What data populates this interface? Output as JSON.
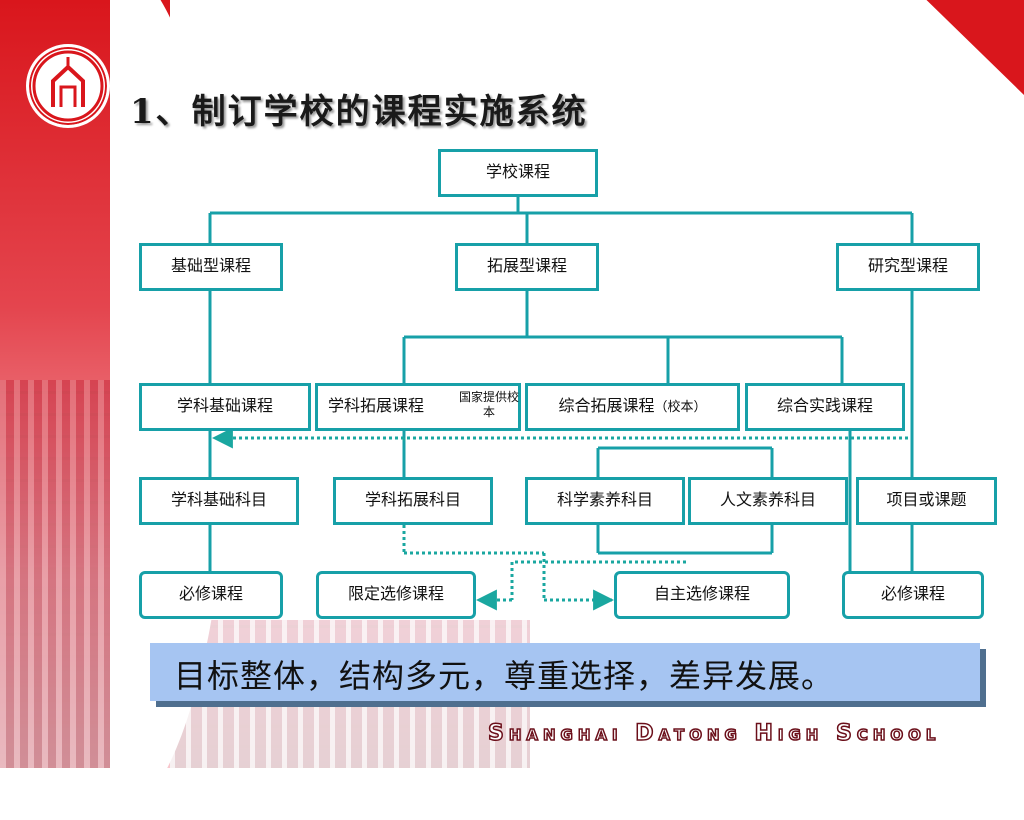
{
  "title": "1、制订学校的课程实施系统",
  "nodes": {
    "root": "学校课程",
    "basic": "基础型课程",
    "extended": "拓展型课程",
    "research": "研究型课程",
    "subject_basic": "学科基础课程",
    "subject_ext": "学科拓展课程",
    "subject_ext_note": "国家提供校本",
    "comp_ext": "综合拓展课程",
    "comp_ext_note": "（校本）",
    "comp_practice": "综合实践课程",
    "subject_basic_item": "学科基础科目",
    "subject_ext_item": "学科拓展科目",
    "science_item": "科学素养科目",
    "humanities_item": "人文素养科目",
    "project_item": "项目或课题",
    "required_1": "必修课程",
    "limited_elective": "限定选修课程",
    "free_elective": "自主选修课程",
    "required_2": "必修课程"
  },
  "banner": "目标整体，结构多元，尊重选择，差异发展。",
  "school_name": "Shanghai Datong High School",
  "colors": {
    "node_border": "#17a0a8",
    "dotted_line": "#1aa7a0",
    "accent_red": "#d9161c",
    "banner_bg": "#a6c5f2"
  }
}
